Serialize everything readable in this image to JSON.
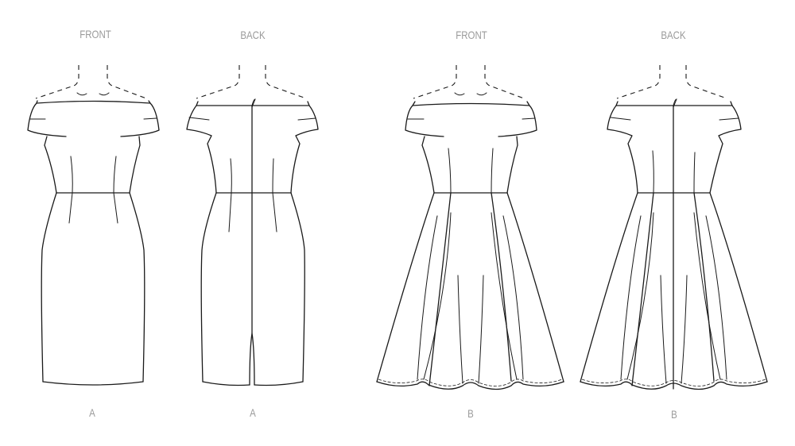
{
  "illustration": {
    "type": "sewing-pattern-technical-drawing",
    "views": [
      {
        "id": "view-a-front",
        "title": "FRONT",
        "view_label": "A",
        "style": "sheath dress, off-shoulder band, waist seam, darts"
      },
      {
        "id": "view-a-back",
        "title": "BACK",
        "view_label": "A",
        "style": "sheath dress, center back zipper, back vent/slit"
      },
      {
        "id": "view-b-front",
        "title": "FRONT",
        "view_label": "B",
        "style": "fit-and-flare dress, off-shoulder band, gored/flared skirt, topstitched hem"
      },
      {
        "id": "view-b-back",
        "title": "BACK",
        "view_label": "B",
        "style": "fit-and-flare dress, center back zipper, flared skirt, topstitched hem"
      }
    ],
    "colors": {
      "line": "#1a1a1a",
      "label": "#9a9a9a",
      "background": "#ffffff"
    }
  }
}
